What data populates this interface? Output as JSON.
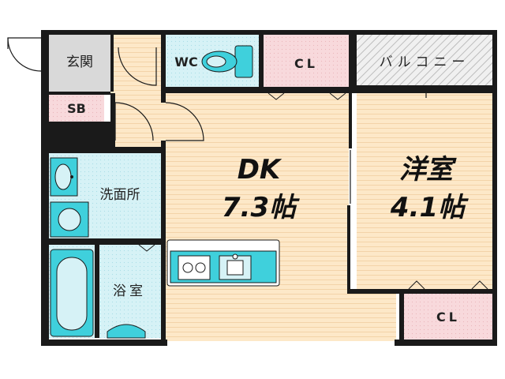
{
  "rooms": {
    "entrance": "玄関",
    "shoe_box": "SB",
    "toilet": "WC",
    "closet_top": "CL",
    "balcony": "バルコニー",
    "dk_name": "DK",
    "dk_size": "7.3帖",
    "western_name": "洋室",
    "western_size": "4.1帖",
    "washroom": "洗面所",
    "bathroom": "浴室",
    "closet_bottom": "CL"
  },
  "colors": {
    "wood_floor": "#fde8c8",
    "wet_area": "#d6f2f6",
    "closet": "#f8d9dc",
    "entrance_floor": "#d9d9d9",
    "fixture": "#3fd0dc",
    "wall": "#1a1a1a"
  }
}
